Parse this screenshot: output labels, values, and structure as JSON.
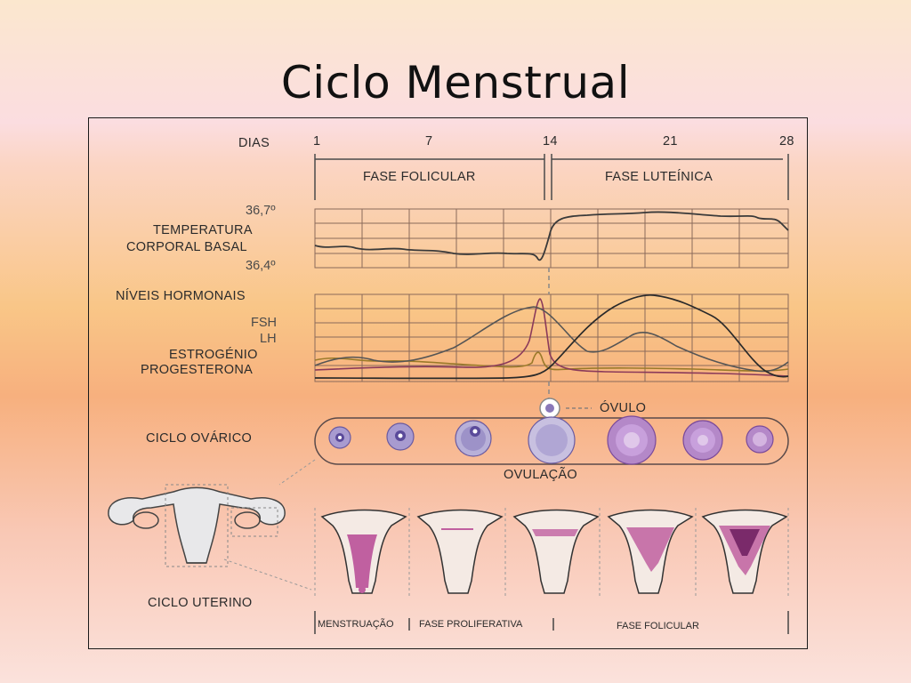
{
  "title": "Ciclo Menstrual",
  "days_label": "DIAS",
  "days": [
    "1",
    "7",
    "14",
    "21",
    "28"
  ],
  "phases_top": [
    "FASE FOLICULAR",
    "FASE LUTEÍNICA"
  ],
  "temperature": {
    "max": "36,7º",
    "label_line1": "TEMPERATURA",
    "label_line2": "CORPORAL BASAL",
    "min": "36,4º"
  },
  "hormones": {
    "heading": "NÍVEIS HORMONAIS",
    "fsh": "FSH",
    "lh": "LH",
    "estrogen": "ESTROGÉNIO",
    "progesterone": "PROGESTERONA"
  },
  "ovarian": {
    "label": "CICLO OVÁRICO",
    "ovum": "ÓVULO",
    "ovulation": "OVULAÇÃO"
  },
  "uterine": {
    "label": "CICLO UTERINO",
    "phases": [
      "MENSTRUAÇÃO",
      "FASE PROLIFERATIVA",
      "FASE FOLICULAR"
    ]
  },
  "colors": {
    "line": "#3d3d3d",
    "grid": "#7a5a4a",
    "fsh": "#b8860b",
    "lh": "#8b3a5a",
    "estrogen": "#4a4a4a",
    "progesterone": "#2a2a2a",
    "follicle": "#8a78b8",
    "endometrium": "#c060a0"
  }
}
